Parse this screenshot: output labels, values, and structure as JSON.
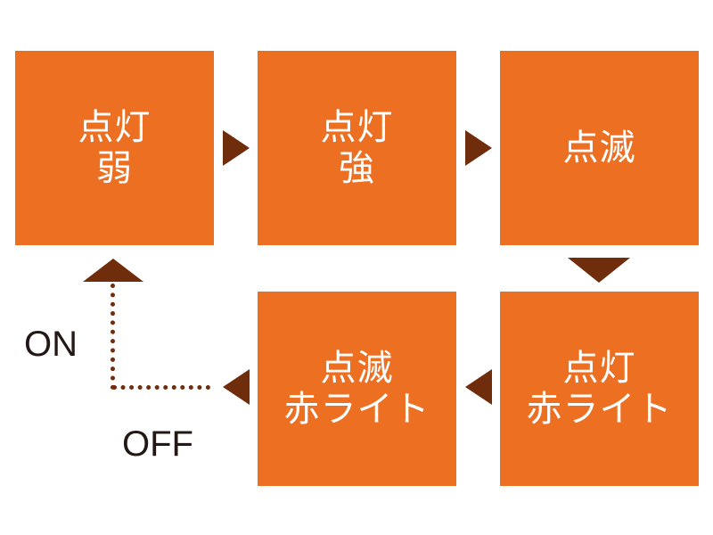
{
  "colors": {
    "box_fill": "#ec6f22",
    "box_text": "#ffffff",
    "arrow": "#6f2d0c",
    "label_text": "#231815"
  },
  "steps": [
    {
      "line1": "点灯",
      "line2": "弱"
    },
    {
      "line1": "点灯",
      "line2": "強"
    },
    {
      "line1": "点滅",
      "line2": ""
    },
    {
      "line1": "点灯",
      "line2": "赤ライト"
    },
    {
      "line1": "点滅",
      "line2": "赤ライト"
    }
  ],
  "labels": {
    "on": "ON",
    "off": "OFF"
  }
}
